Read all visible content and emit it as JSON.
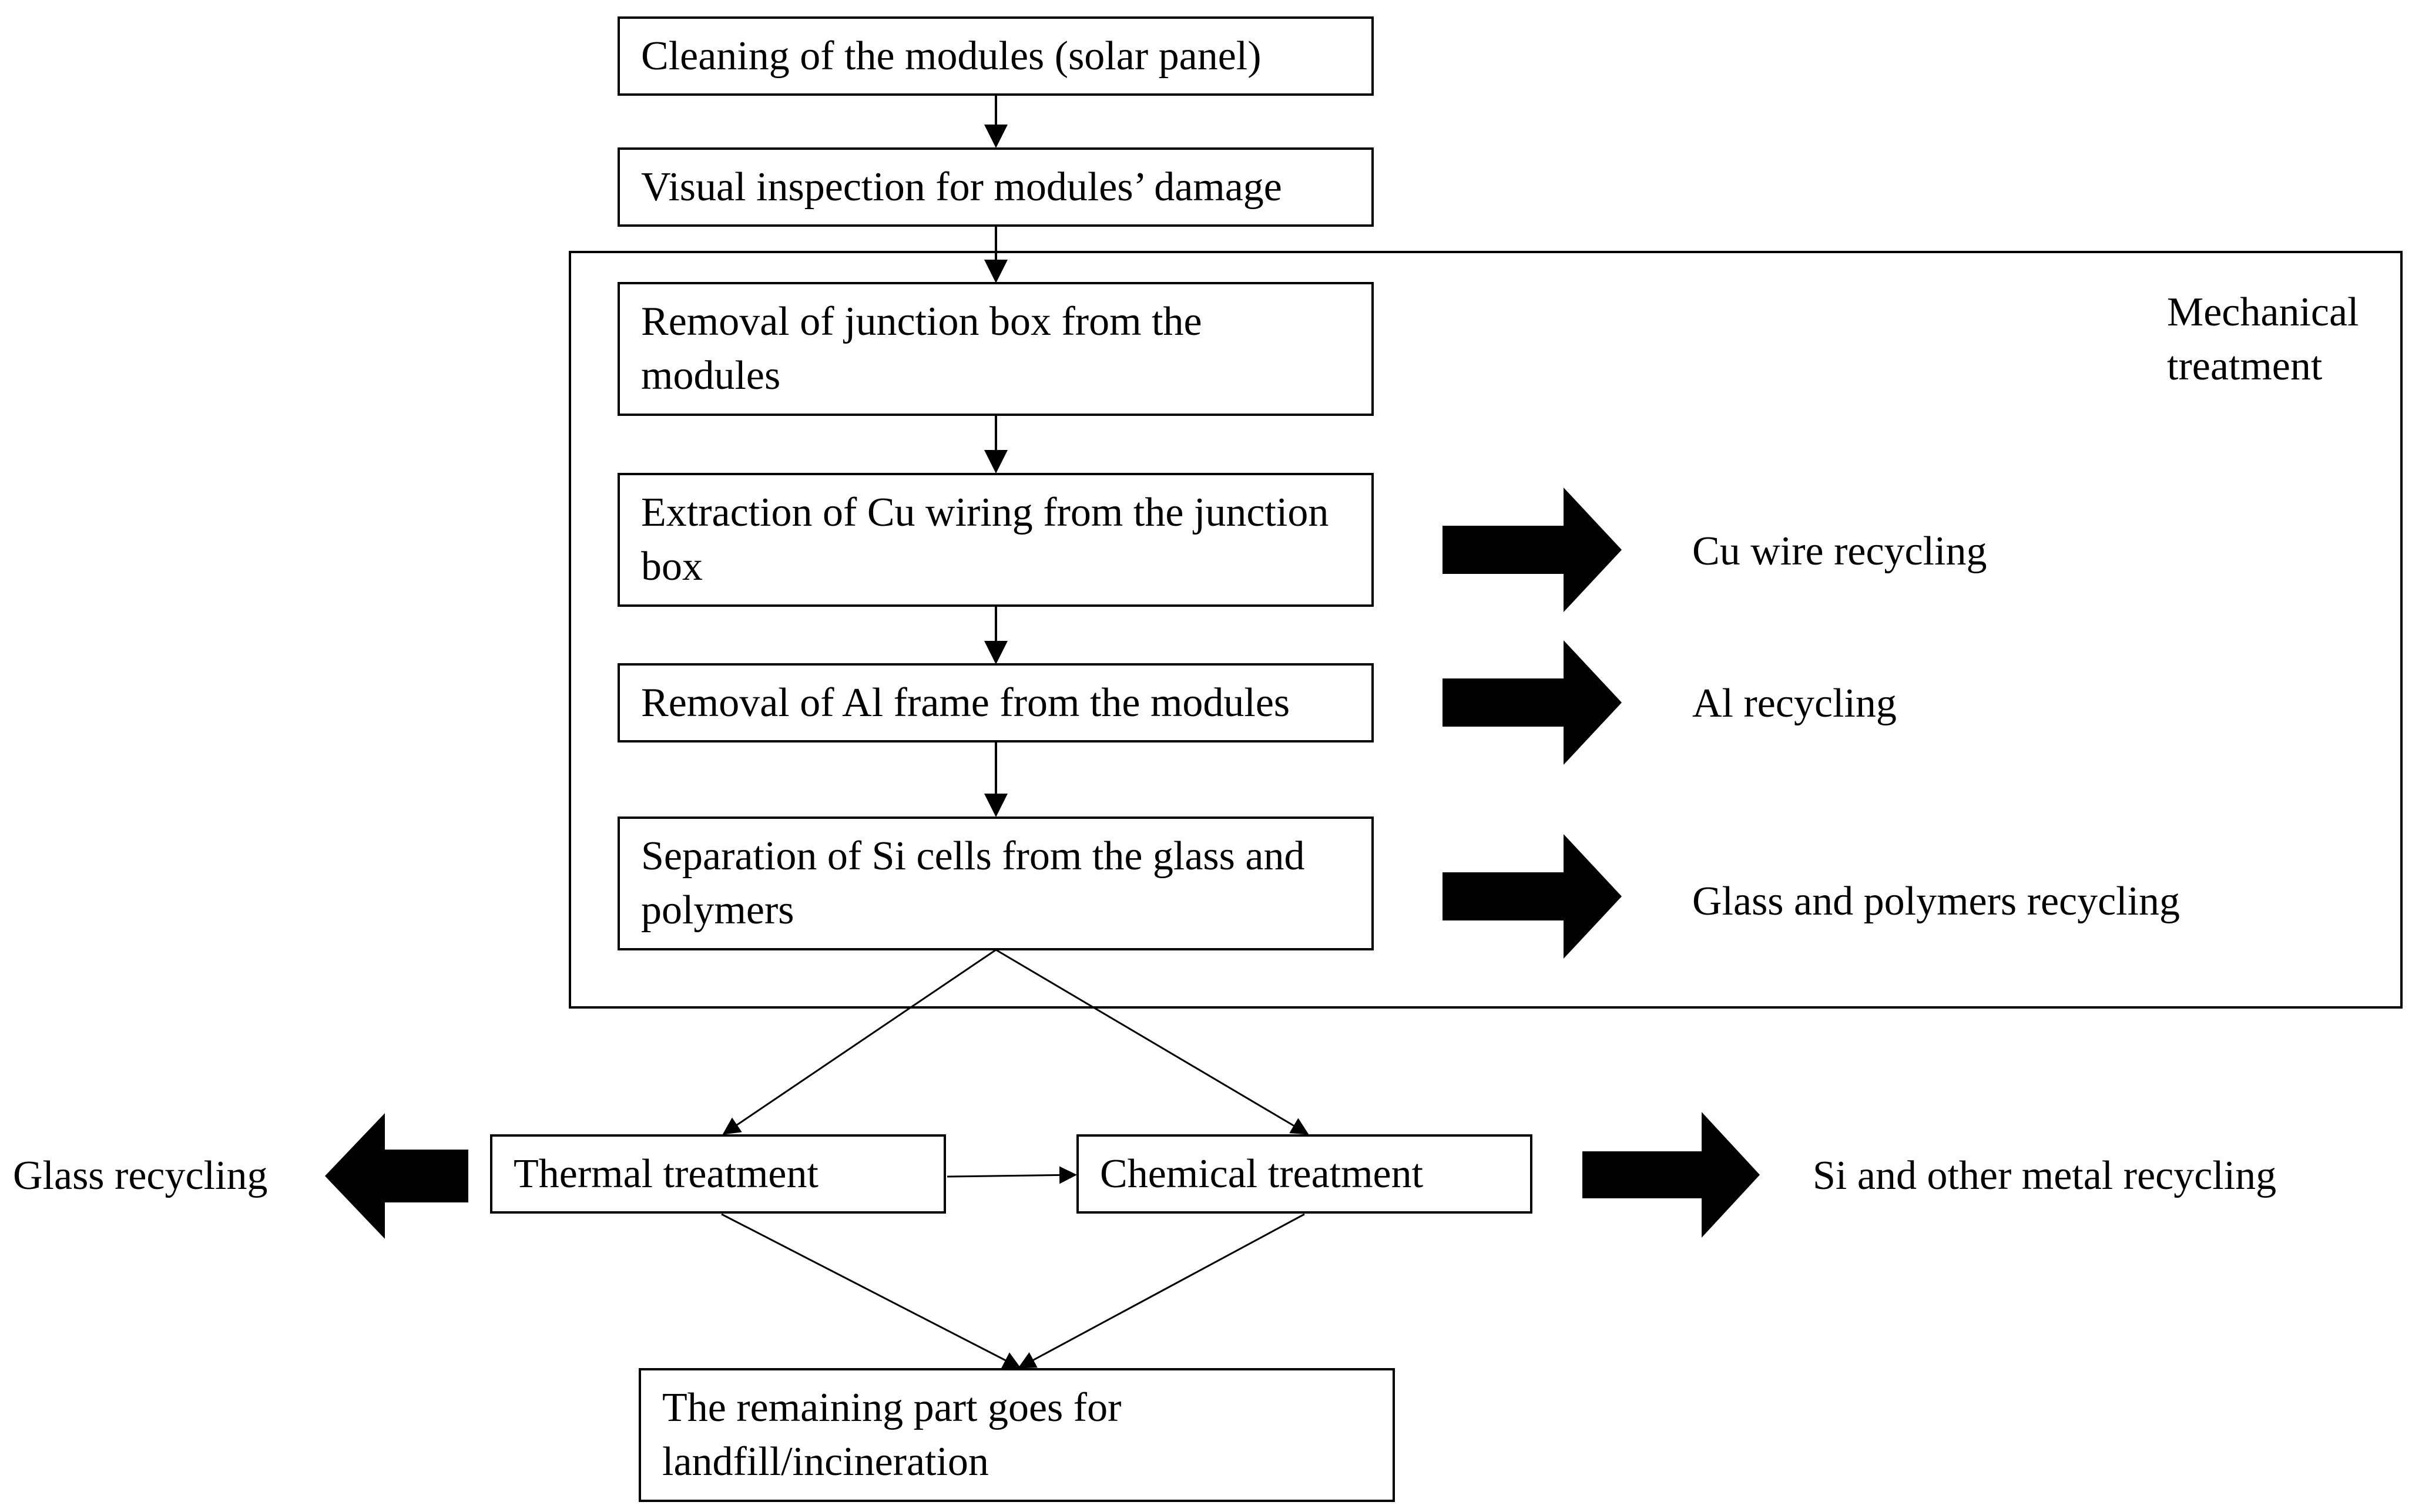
{
  "diagram": {
    "group": {
      "label": "Mechanical treatment"
    },
    "steps": {
      "cleaning": "Cleaning of the modules (solar panel)",
      "inspection": "Visual inspection for modules’ damage",
      "junction_box_removal": "Removal of junction box from the modules",
      "cu_extraction": "Extraction of Cu wiring from the junction box",
      "al_removal": "Removal of Al frame from the modules",
      "si_separation": "Separation of Si cells from the glass and polymers",
      "thermal": "Thermal treatment",
      "chemical": "Chemical treatment",
      "remaining": "The remaining part goes for landfill/incineration"
    },
    "outputs": {
      "cu_recycling": "Cu wire recycling",
      "al_recycling": "Al recycling",
      "glass_polymers_recycling": "Glass and polymers recycling",
      "glass_recycling": "Glass recycling",
      "si_metal_recycling": "Si and other metal recycling"
    },
    "colors": {
      "line": "#000000",
      "background": "#ffffff"
    }
  }
}
